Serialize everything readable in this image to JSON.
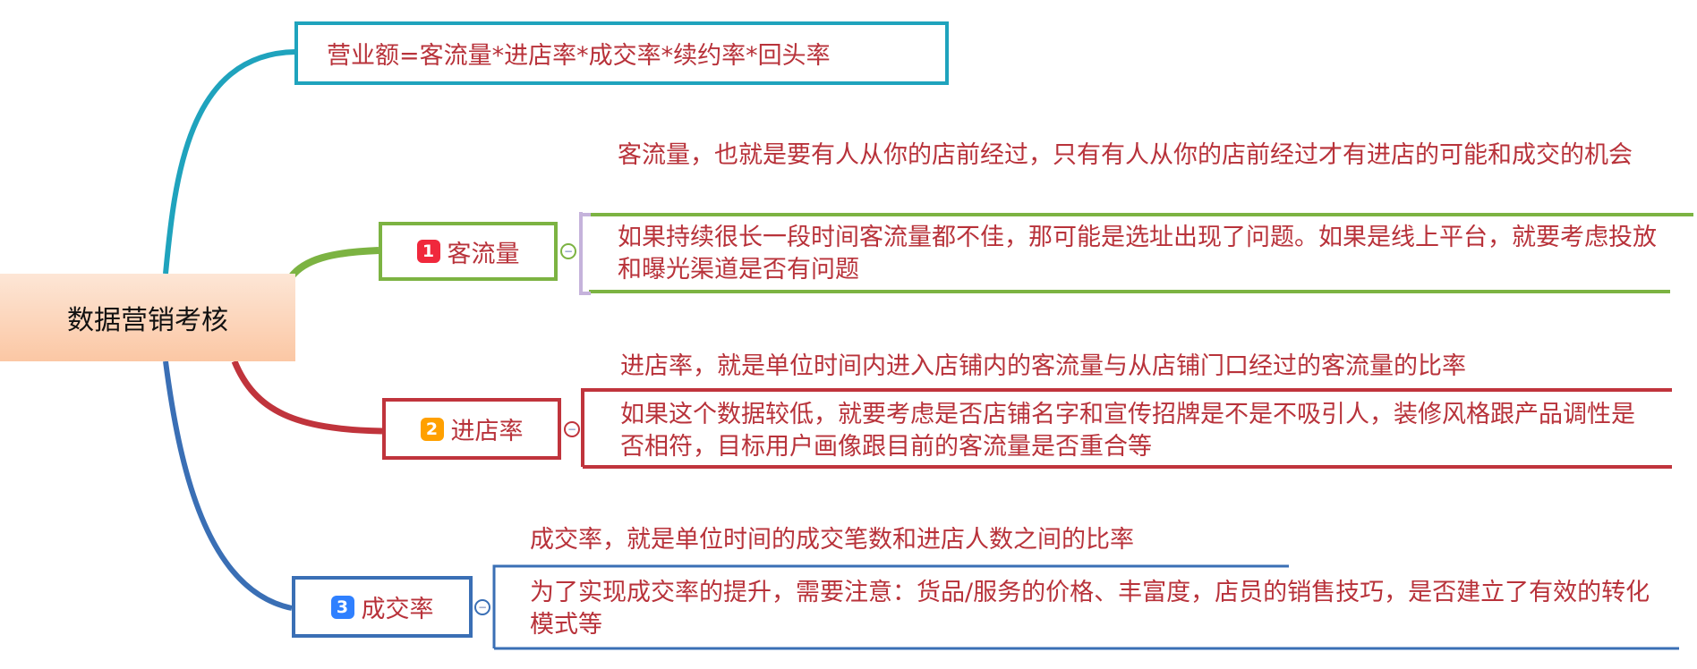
{
  "root": {
    "label": "数据营销考核"
  },
  "formula": {
    "label": "营业额=客流量*进店率*成交率*续约率*回头率"
  },
  "branches": [
    {
      "badge": "1",
      "label": "客流量",
      "color": "#7cb342",
      "badge_color": "#f0283c",
      "definition": "客流量，也就是要有人从你的店前经过，只有有人从你的店前经过才有进店的可能和成交的机会",
      "note": "如果持续很长一段时间客流量都不佳，那可能是选址出现了问题。如果是线上平台，就要考虑投放和曝光渠道是否有问题"
    },
    {
      "badge": "2",
      "label": "进店率",
      "color": "#c0343c",
      "badge_color": "#ffa000",
      "definition": "进店率，就是单位时间内进入店铺内的客流量与从店铺门口经过的客流量的比率",
      "note": "如果这个数据较低，就要考虑是否店铺名字和宣传招牌是不是不吸引人，装修风格跟产品调性是否相符，目标用户画像跟目前的客流量是否重合等"
    },
    {
      "badge": "3",
      "label": "成交率",
      "color": "#3a6fb5",
      "badge_color": "#2f80ff",
      "definition": "成交率，就是单位时间的成交笔数和进店人数之间的比率",
      "note": "为了实现成交率的提升，需要注意：货品/服务的价格、丰富度，店员的销售技巧，是否建立了有效的转化模式等"
    }
  ],
  "toggle_symbol": "−"
}
